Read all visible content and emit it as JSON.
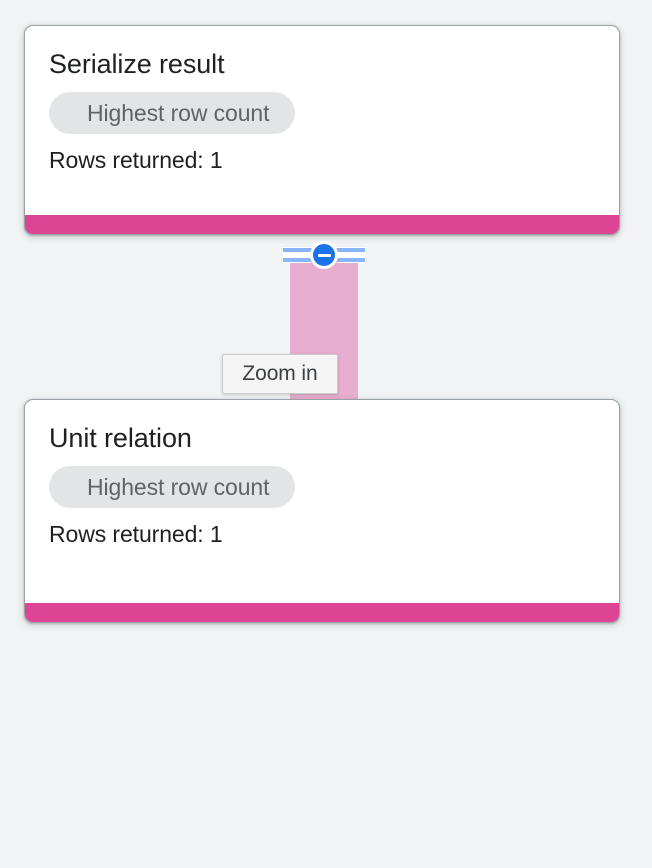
{
  "colors": {
    "page_background": "#f1f3f4",
    "card_background": "#ffffff",
    "card_border": "#9aa0a6",
    "accent_pink": "#dd4494",
    "connector_pink": "#e8aecf",
    "chip_background": "#e3e4e6",
    "chip_text": "#5f6368",
    "zoom_button_blue": "#1a73e8",
    "rail_blue": "#8ab4f8",
    "tooltip_background": "#f5f5f5",
    "tooltip_border": "#c9cccf",
    "text_primary": "#1f2023"
  },
  "graph": {
    "nodes": [
      {
        "id": "serialize-result",
        "title": "Serialize result",
        "chip_label": "Highest row count",
        "meta": "Rows returned: 1"
      },
      {
        "id": "unit-relation",
        "title": "Unit relation",
        "chip_label": "Highest row count",
        "meta": "Rows returned: 1"
      }
    ],
    "connector": {
      "from": "serialize-result",
      "to": "unit-relation"
    }
  },
  "zoom_control": {
    "icon": "minus-circle-icon",
    "tooltip": "Zoom in",
    "state": "collapse"
  }
}
